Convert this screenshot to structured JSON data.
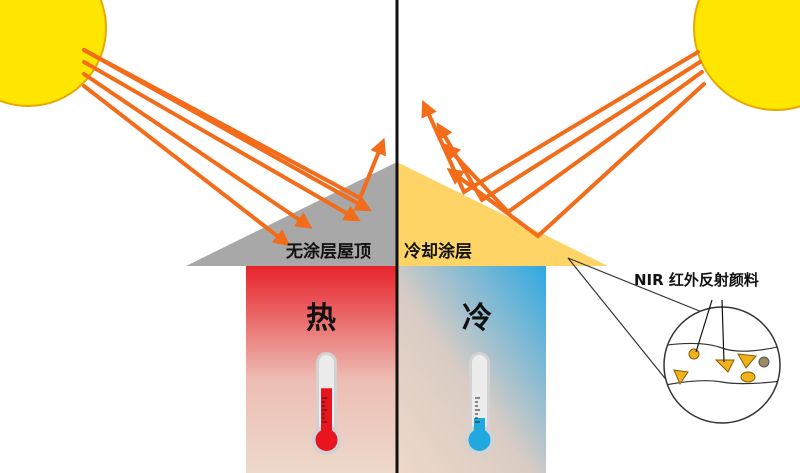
{
  "labels": {
    "uncoated_roof": "无涂层屋顶",
    "cool_coating": "冷却涂层",
    "hot": "热",
    "cold": "冷",
    "pigment": "NIR 红外反射颜料"
  },
  "colors": {
    "sun": "#FFE600",
    "sun_outline": "#E8A800",
    "ray": "#F26C1A",
    "roof_gray": "#A8A8A8",
    "roof_coated": "#FFD466",
    "hot_red": "#E8242C",
    "warm_beige": "#EDD7C8",
    "cool_blue": "#2FA8E2",
    "mercury_red": "#E8141E",
    "mercury_blue": "#20A8E0",
    "pigment": "#F0B21C"
  },
  "thermometers": [
    {
      "name": "hot",
      "level": 0.55
    },
    {
      "name": "cold",
      "level": 0.2
    }
  ]
}
